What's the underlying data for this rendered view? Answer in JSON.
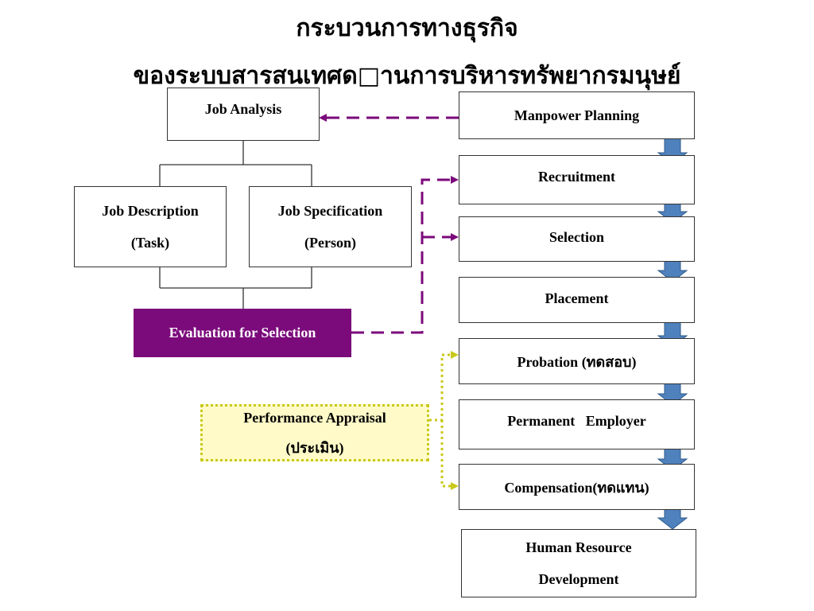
{
  "title": {
    "line1": "กระบวนการทางธุรกิจ",
    "line2": "ของระบบสารสนเทศด□านการบริหารทรัพยากรมนุษย์"
  },
  "left": {
    "job_analysis": "Job Analysis",
    "job_description": [
      "Job Description",
      "(Task)"
    ],
    "job_specification": [
      "Job Specification",
      "(Person)"
    ],
    "evaluation": "Evaluation for Selection",
    "performance_appraisal": [
      "Performance Appraisal",
      "(ประเมิน)"
    ]
  },
  "flow": [
    "Manpower Planning",
    "Recruitment",
    "Selection",
    "Placement",
    "Probation (ทดสอบ)",
    "Permanent   Employer",
    "Compensation(ทดแทน)",
    [
      "Human Resource",
      "Development"
    ]
  ],
  "colors": {
    "evaluation_fill": "#7b0a7b",
    "purple_dash": "#7b0a7b",
    "yellow_dot": "#c9c91a",
    "appraisal_fill": "#fffac8",
    "arrow_fill": "#4f81bd",
    "arrow_stroke": "#2e5a8a"
  }
}
